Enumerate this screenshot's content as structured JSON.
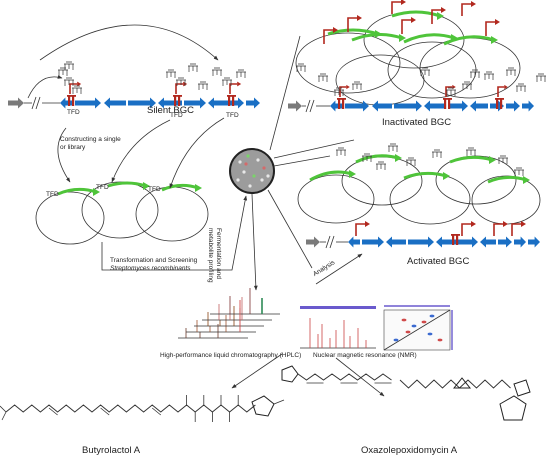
{
  "labels": {
    "silent_bgc": "Silent BGC",
    "inactivated_bgc": "Inactivated BGC",
    "activated_bgc": "Activated BGC",
    "tfd": "TFD",
    "constructing_1": "Constructing a single",
    "constructing_2": "or library",
    "transformation_1": "Transformation and Screening",
    "transformation_2": "Streptomyces recombinants",
    "fermentation_1": "Fermentation and",
    "fermentation_2": "metabolite profiling",
    "analysis": "Analysis",
    "hplc": "High-performance liquid chromatography (HPLC)",
    "nmr": "Nuclear magnetic resonance (NMR)",
    "butyrolactol": "Butyrolactol A",
    "oxazolepoxidomycin": "Oxazolepoxidomycin A"
  },
  "colors": {
    "gene_arrow": "#1a6fc4",
    "tfd_red": "#b2281e",
    "tfd_green": "#4fc43a",
    "gray_gene": "#7a7a7a",
    "line": "#333333"
  },
  "icons": {
    "cell_population": "petri-dish-icon"
  }
}
